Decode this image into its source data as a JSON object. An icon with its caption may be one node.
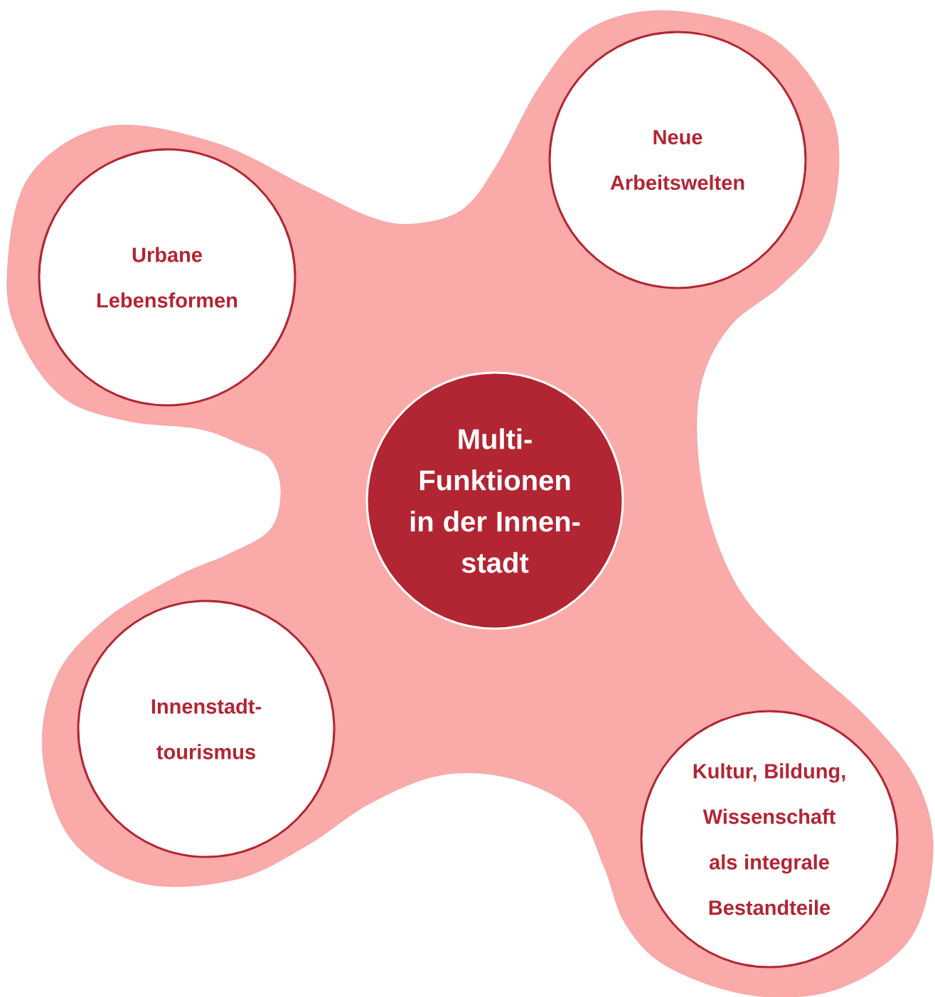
{
  "diagram": {
    "nodes": [
      {
        "text": [
          "Neue Arbeitswelten"
        ]
      },
      {
        "text": [
          "Urbane Lebensformen"
        ]
      },
      {
        "text": [
          "Multi- Funktionen in der Innen- stadt"
        ]
      },
      {
        "text": [
          "Innenstadt- tourismus"
        ]
      },
      {
        "text": [
          "Kultur, Bildung, Wissenschaft als integrale Bestandteile"
        ]
      }
    ]
  }
}
